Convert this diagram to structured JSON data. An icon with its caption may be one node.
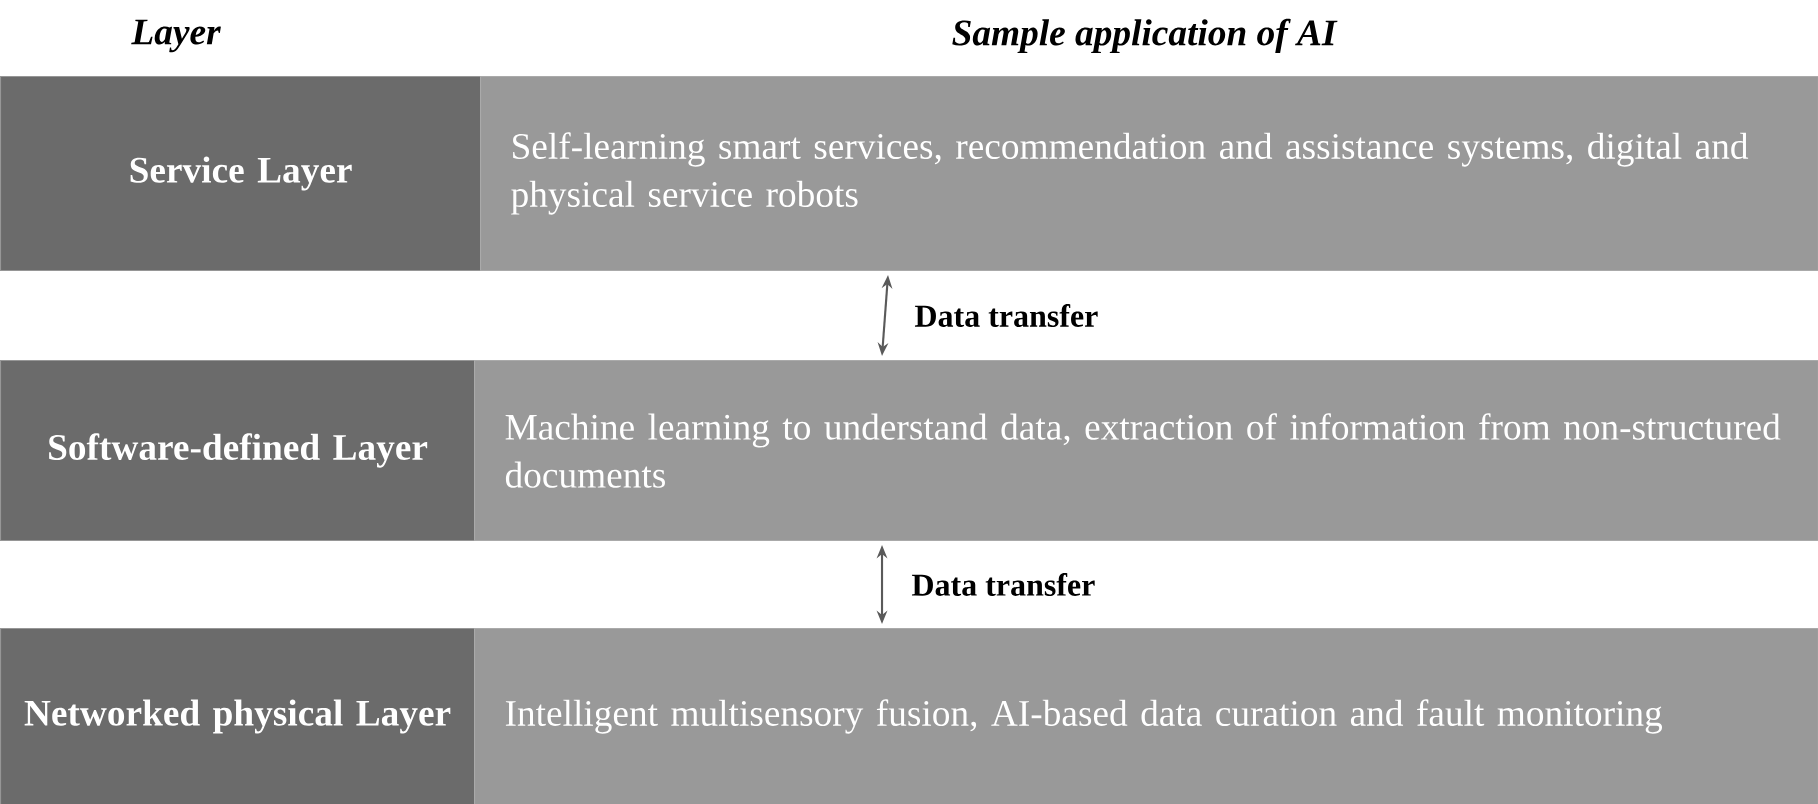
{
  "diagram": {
    "nodes": [
      {
        "text": [
          "Service Layer"
        ]
      },
      {
        "text": [
          "Self-learning smart services, recommendation and assistance systems, digital and physical service robots"
        ]
      },
      {
        "text": [
          "Software-defined Layer"
        ]
      },
      {
        "text": [
          "Machine learning to understand data, extraction of information from non-structured documents"
        ]
      },
      {
        "text": [
          "Networked physical Layer"
        ]
      },
      {
        "text": [
          "Intelligent multisensory fusion, AI-based data curation and fault monitoring"
        ]
      }
    ],
    "edges": [
      {
        "from": 1,
        "to": 3,
        "arrow": "both",
        "label": "Data transfer"
      },
      {
        "from": 3,
        "to": 5,
        "arrow": "both",
        "label": "Data transfer"
      }
    ],
    "labels": [
      "Layer",
      "Sample application of AI"
    ]
  }
}
